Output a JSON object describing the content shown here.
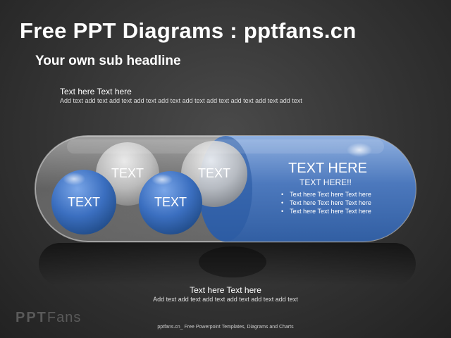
{
  "slide": {
    "title": "Free PPT Diagrams : pptfans.cn",
    "subtitle": "Your own sub headline",
    "top_text": {
      "heading": "Text here Text here",
      "body": "Add text add text add text add text add text add text add text add text add text add text"
    },
    "diagram": {
      "bubbles": [
        "TEXT",
        "TEXT",
        "TEXT",
        "TEXT"
      ],
      "right_heading": "TEXT HERE",
      "right_subheading": "TEXT HERE!!",
      "bullets": [
        "Text here Text here Text here",
        "Text here Text here Text here",
        "Text here Text here Text here"
      ]
    },
    "bottom_text": {
      "heading": "Text here Text here",
      "body": "Add text add text add text add text add text add text"
    },
    "logo": {
      "ppt": "PPT",
      "fans": "Fans"
    },
    "footer": "pptfans.cn_ Free Powerpoint Templates, Diagrams and Charts"
  },
  "colors": {
    "background": "#333333",
    "blue": "#3f73c0",
    "grey_bubble": "#bfbfbf"
  }
}
